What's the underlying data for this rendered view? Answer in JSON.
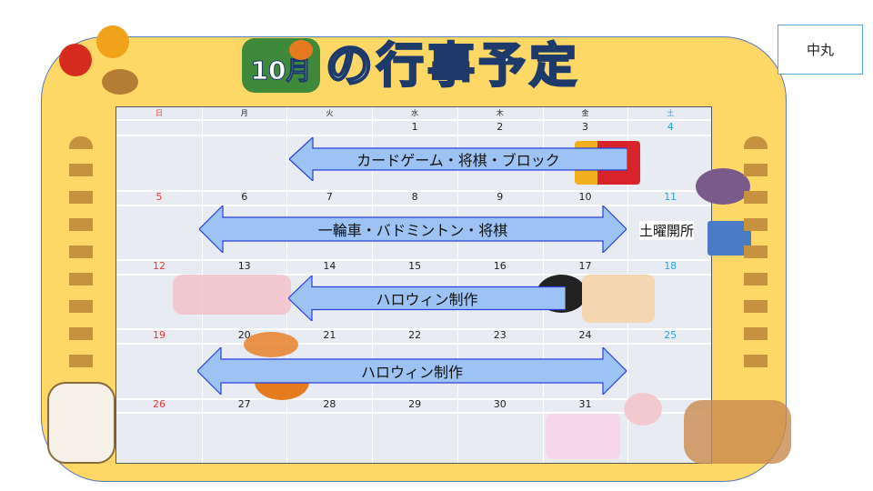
{
  "stamp": "中丸",
  "title": {
    "month": "10月",
    "text": "の行事予定"
  },
  "weekdays": [
    {
      "label": "日",
      "type": "sun"
    },
    {
      "label": "月",
      "type": ""
    },
    {
      "label": "火",
      "type": ""
    },
    {
      "label": "水",
      "type": ""
    },
    {
      "label": "木",
      "type": ""
    },
    {
      "label": "金",
      "type": ""
    },
    {
      "label": "土",
      "type": "sat"
    }
  ],
  "weeks": [
    [
      "",
      "",
      "",
      "1",
      "2",
      "3",
      "4"
    ],
    [
      "5",
      "6",
      "7",
      "8",
      "9",
      "10",
      "11"
    ],
    [
      "12",
      "13",
      "14",
      "15",
      "16",
      "17",
      "18"
    ],
    [
      "19",
      "20",
      "21",
      "22",
      "23",
      "24",
      "25"
    ],
    [
      "26",
      "27",
      "28",
      "29",
      "30",
      "31",
      ""
    ]
  ],
  "events": [
    {
      "label": "カードゲーム・将棋・ブロック"
    },
    {
      "label": "一輪車・バドミントン・将棋"
    },
    {
      "label": "ハロウィン制作"
    },
    {
      "label": "ハロウィン制作"
    }
  ],
  "saturday_note": "土曜開所",
  "colors": {
    "frame": "#fdd867",
    "arrow_fill": "#9dc3f5",
    "arrow_stroke": "#2a3fd8",
    "sunday": "#e53935",
    "saturday": "#29a3e0"
  }
}
